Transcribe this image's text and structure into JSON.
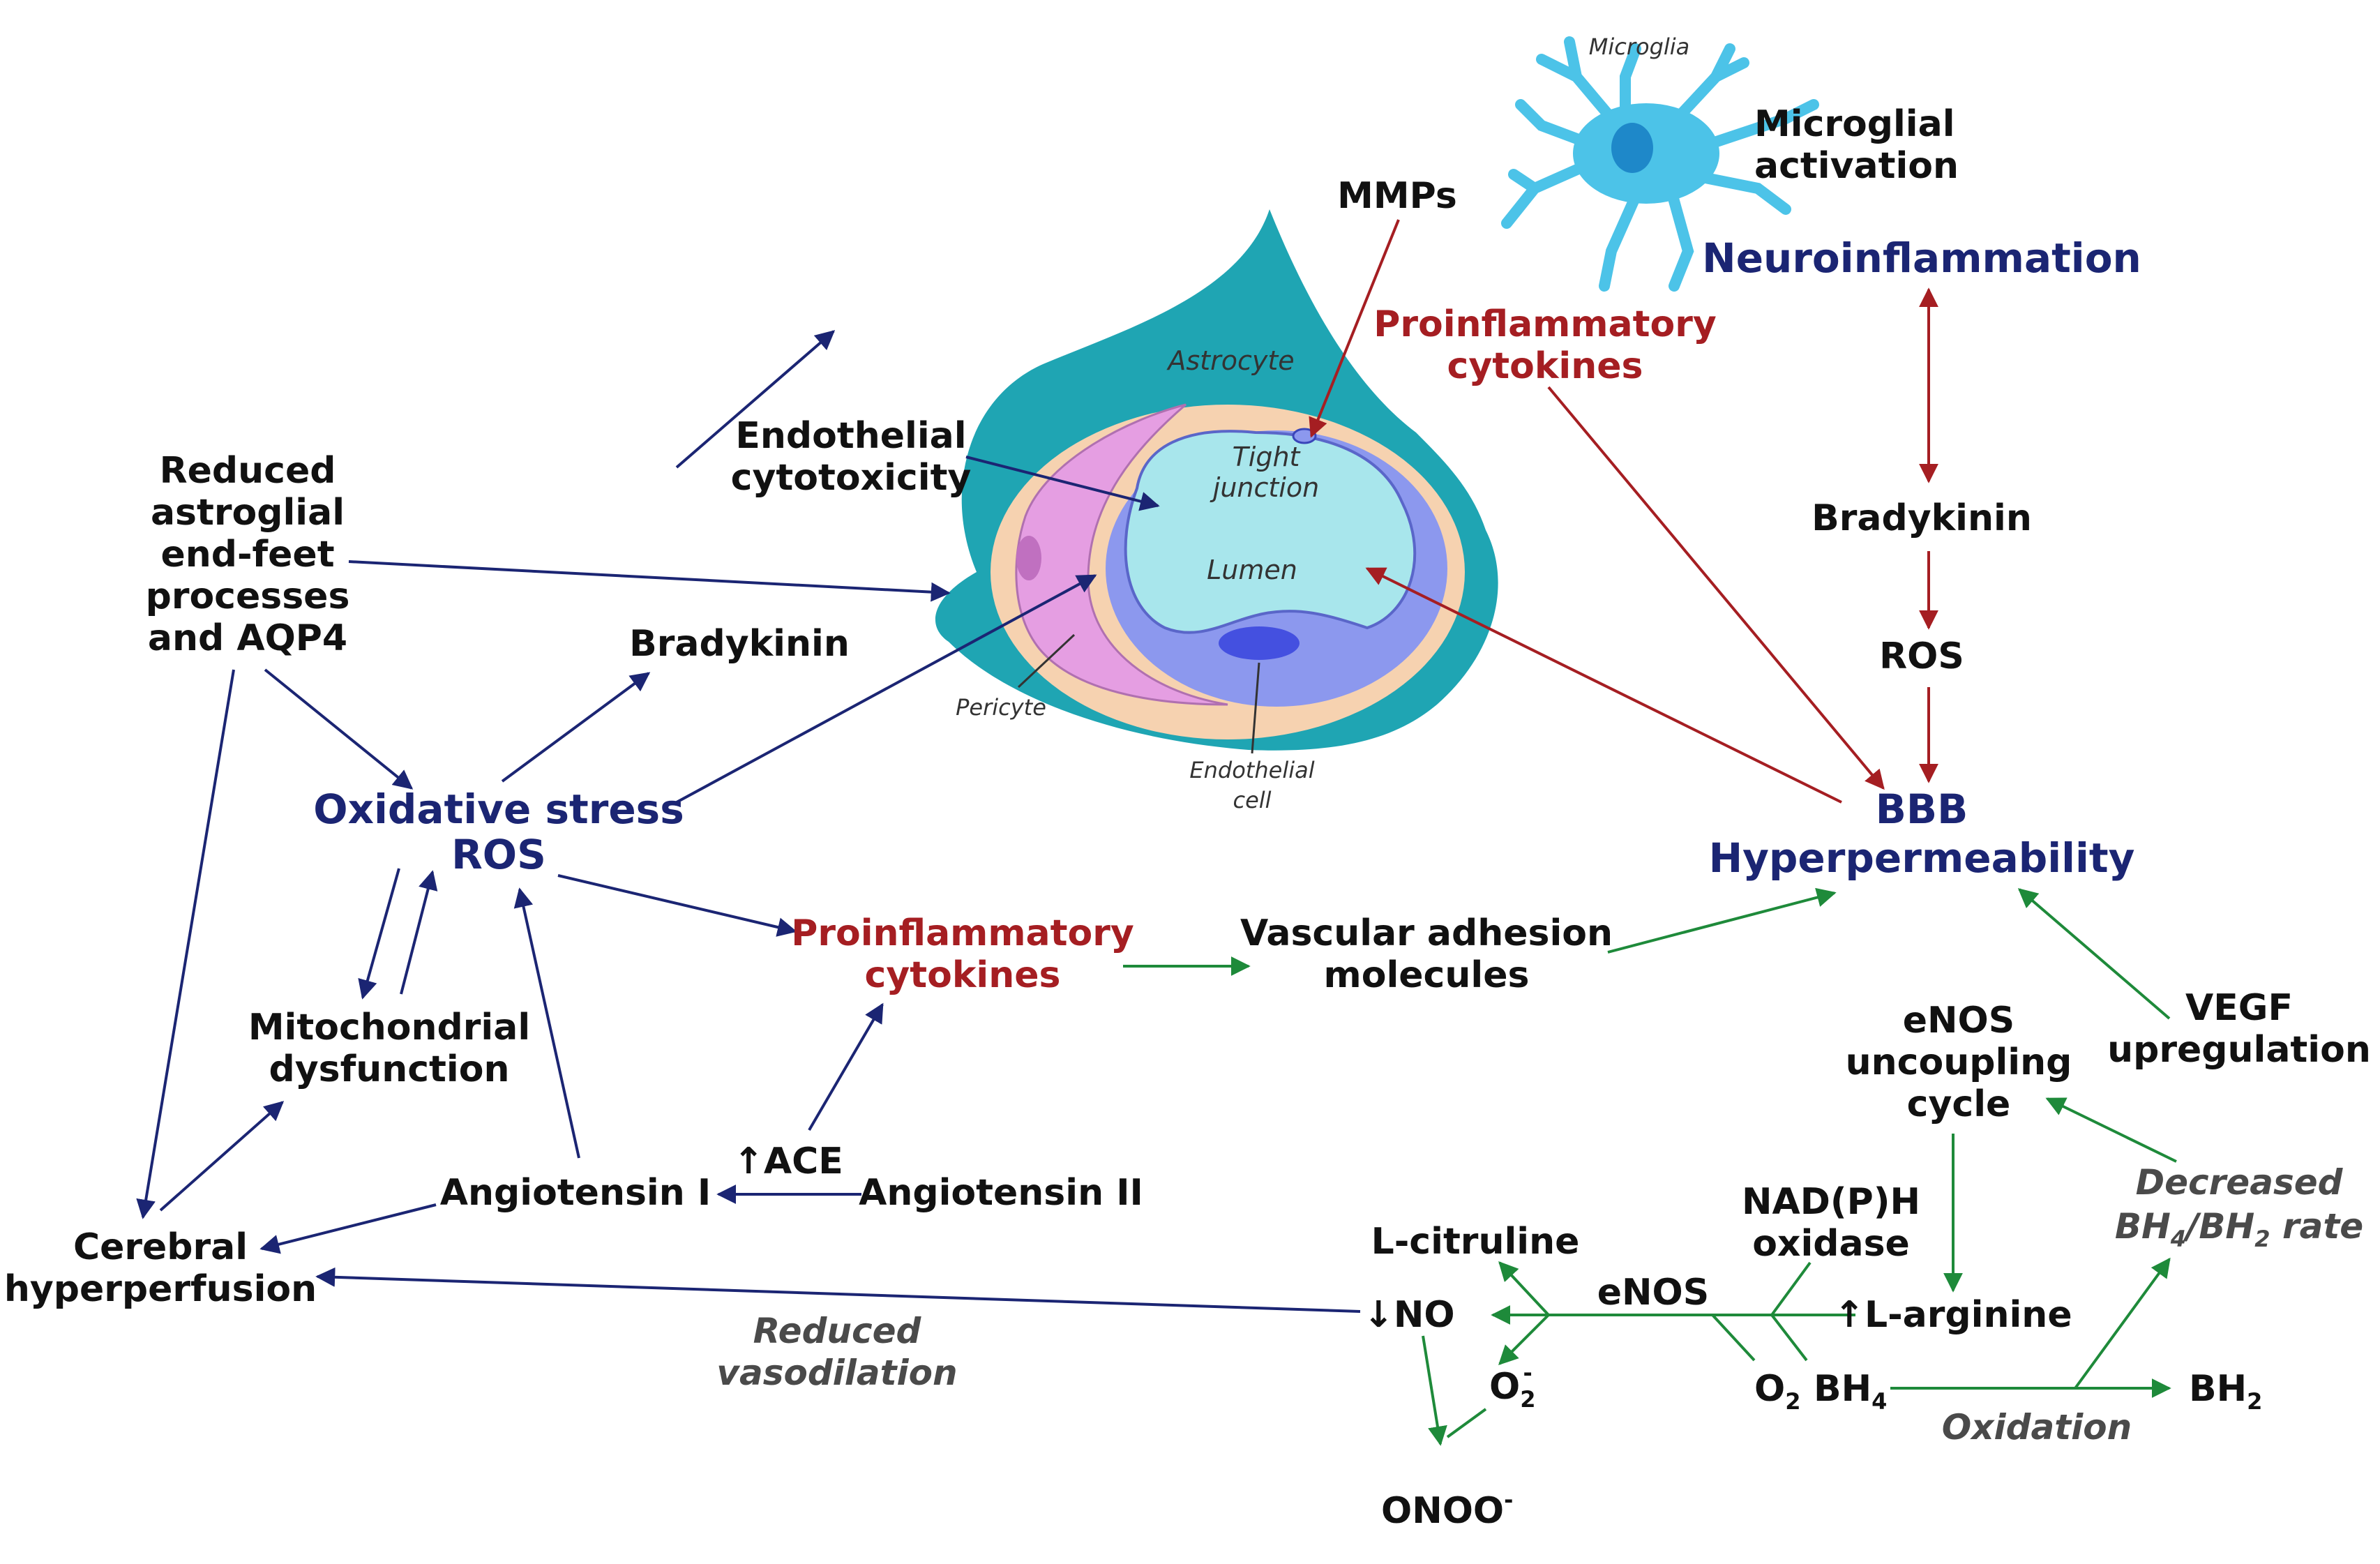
{
  "cell_labels": {
    "microglia": "Microglia",
    "astrocyte": "Astrocyte",
    "tight_junction_1": "Tight",
    "tight_junction_2": "junction",
    "lumen": "Lumen",
    "pericyte": "Pericyte",
    "endothelial_1": "Endothelial",
    "endothelial_2": "cell"
  },
  "nodes": {
    "mmps": "MMPs",
    "microglial_activation_1": "Microglial",
    "microglial_activation_2": "activation",
    "neuroinflammation": "Neuroinflammation",
    "proinflam_top_1": "Proinflammatory",
    "proinflam_top_2": "cytokines",
    "endothelial_cytotoxicity_1": "Endothelial",
    "endothelial_cytotoxicity_2": "cytotoxicity",
    "reduced_astroglial": [
      "Reduced",
      "astroglial",
      "end-feet",
      "processes",
      "and AQP4"
    ],
    "bradykinin_left": "Bradykinin",
    "bradykinin_right": "Bradykinin",
    "ros_right": "ROS",
    "oxidative_stress_1": "Oxidative stress",
    "oxidative_stress_2": "ROS",
    "bbb_1": "BBB",
    "bbb_2": "Hyperpermeability",
    "proinflam_mid_1": "Proinflammatory",
    "proinflam_mid_2": "cytokines",
    "vascular_adhesion_1": "Vascular adhesion",
    "vascular_adhesion_2": "molecules",
    "mito_1": "Mitochondrial",
    "mito_2": "dysfunction",
    "enos_cycle": [
      "eNOS",
      "uncoupling",
      "cycle"
    ],
    "vegf_1": "VEGF",
    "vegf_2": "upregulation",
    "ace": "↑ACE",
    "angiotensin_1": "Angiotensin I",
    "angiotensin_2": "Angiotensin II",
    "decreased_1": "Decreased",
    "decreased_2a": "BH",
    "decreased_2sub1": "4",
    "decreased_2b": "/BH",
    "decreased_2sub2": "2",
    "decreased_2c": " rate",
    "nadph_1": "NAD(P)H",
    "nadph_2": "oxidase",
    "cerebral_1": "Cerebral",
    "cerebral_2": "hyperperfusion",
    "l_citruline": "L-citruline",
    "enos": "eNOS",
    "no": "↓NO",
    "l_arginine": "↑L-arginine",
    "reduced_vaso_1": "Reduced",
    "reduced_vaso_2": "vasodilation",
    "o2_minus_base": "O",
    "o2_minus_sub": "2",
    "o2_minus_sup": "-",
    "o2_base": "O",
    "o2_sub": "2",
    "bh4_base": "BH",
    "bh4_sub": "4",
    "oxidation": "Oxidation",
    "bh2_base": "BH",
    "bh2_sub": "2",
    "onoo_base": "ONOO",
    "onoo_sup": "-"
  },
  "colors": {
    "navy": "#1b2573",
    "red": "#a51e22",
    "green": "#1e8a3a",
    "teal": "#1fa5b3",
    "peach": "#f6d2b0",
    "periwinkle": "#8c98ee",
    "lumen": "#a8e6ec",
    "pink": "#e59ee2"
  }
}
